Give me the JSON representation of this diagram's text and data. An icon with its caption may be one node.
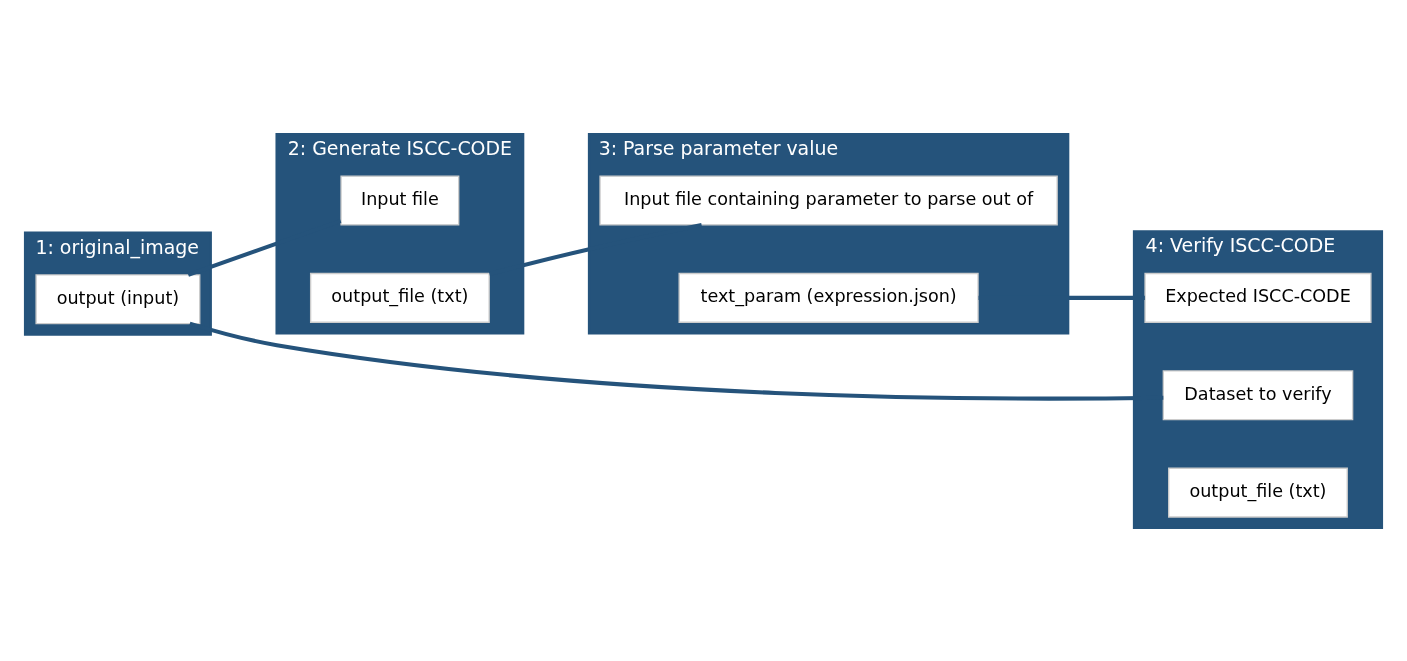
{
  "diagram": {
    "nodes": [
      {
        "text": [
          "1: original_image"
        ]
      },
      {
        "text": [
          "output (input)"
        ],
        "in": 0
      },
      {
        "text": [
          "2: Generate ISCC-CODE"
        ]
      },
      {
        "text": [
          "Input file"
        ],
        "in": 2
      },
      {
        "text": [
          "output_file (txt)"
        ],
        "in": 2
      },
      {
        "text": [
          "3: Parse parameter value"
        ]
      },
      {
        "text": [
          "Input file containing parameter to parse out of"
        ],
        "in": 5
      },
      {
        "text": [
          "text_param (expression.json)"
        ],
        "in": 5
      },
      {
        "text": [
          "4: Verify ISCC-CODE"
        ]
      },
      {
        "text": [
          "Dataset to verify"
        ],
        "in": 8
      },
      {
        "text": [
          "Expected ISCC-CODE"
        ],
        "in": 8
      },
      {
        "text": [
          "output_file (txt)"
        ],
        "in": 8
      }
    ],
    "edges": [
      {
        "from": 1,
        "to": 3,
        "arrow": "none"
      },
      {
        "from": 1,
        "to": 9,
        "arrow": "none"
      },
      {
        "from": 4,
        "to": 6,
        "arrow": "none"
      },
      {
        "from": 7,
        "to": 10,
        "arrow": "none"
      }
    ]
  }
}
